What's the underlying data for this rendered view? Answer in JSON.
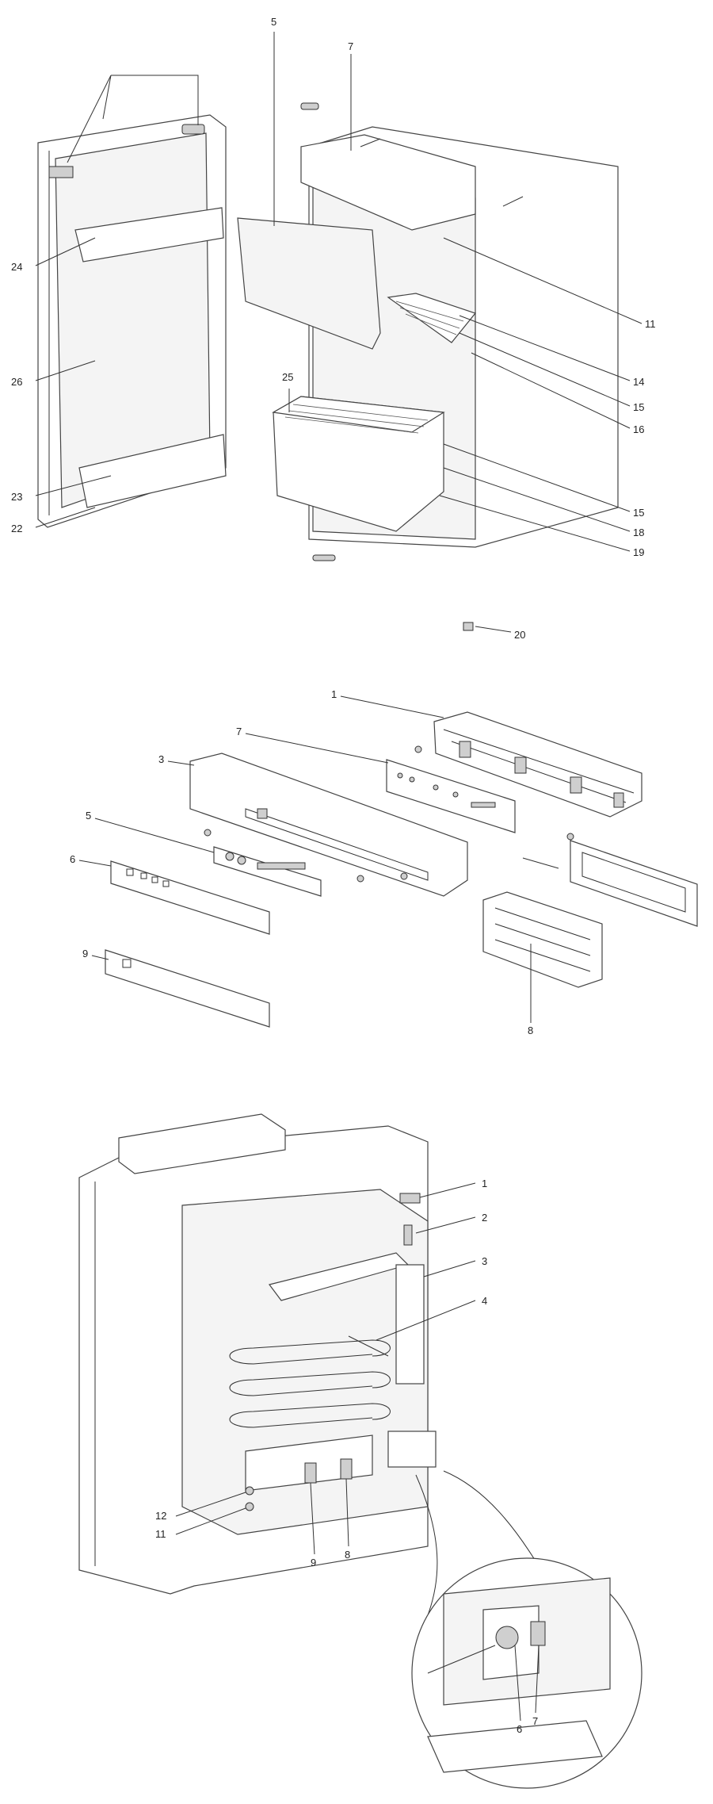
{
  "diagram_1": {
    "labels": [
      "5",
      "7",
      "24",
      "26",
      "25",
      "23",
      "22",
      "11",
      "14",
      "15",
      "16",
      "15",
      "18",
      "19",
      "20"
    ]
  },
  "diagram_2": {
    "labels": [
      "1",
      "7",
      "3",
      "5",
      "6",
      "9",
      "8"
    ]
  },
  "diagram_3": {
    "labels": [
      "1",
      "2",
      "3",
      "4",
      "12",
      "11",
      "9",
      "8",
      "6",
      "7"
    ]
  }
}
